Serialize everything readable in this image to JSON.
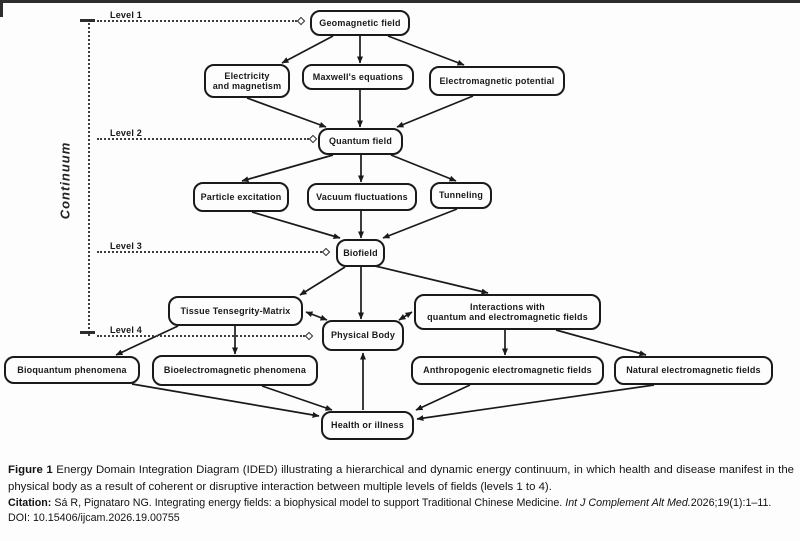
{
  "figure": {
    "caption_label": "Figure 1",
    "caption_text": "Energy Domain Integration Diagram (IDED) illustrating a hierarchical and dynamic energy continuum, in which health and disease manifest in the physical body as a result of coherent or disruptive interaction between multiple levels of fields (levels 1 to 4).",
    "citation_label": "Citation:",
    "citation_text": "Sá R, Pignataro NG. Integrating energy fields: a biophysical model to support Traditional Chinese Medicine.",
    "citation_journal": "Int J Complement Alt Med.",
    "citation_volume": "2026;19(1):1–11.",
    "doi_line": "DOI: 10.15406/ijcam.2026.19.00755"
  },
  "diagram": {
    "continuum_label": "Continuum",
    "ink_color": "#1a1a1a",
    "levels": [
      {
        "label": "Level 1"
      },
      {
        "label": "Level 2"
      },
      {
        "label": "Level 3"
      },
      {
        "label": "Level 4"
      }
    ],
    "nodes": [
      {
        "id": "geomagnetic-field",
        "lines": [
          "Geomagnetic field"
        ]
      },
      {
        "id": "electricity-and-magnetism",
        "lines": [
          "Electricity",
          "and magnetism"
        ]
      },
      {
        "id": "maxwells-equations",
        "lines": [
          "Maxwell's equations"
        ]
      },
      {
        "id": "electromagnetic-potential",
        "lines": [
          "Electromagnetic potential"
        ]
      },
      {
        "id": "quantum-field",
        "lines": [
          "Quantum field"
        ]
      },
      {
        "id": "particle-excitation",
        "lines": [
          "Particle excitation"
        ]
      },
      {
        "id": "vacuum-fluctuations",
        "lines": [
          "Vacuum fluctuations"
        ]
      },
      {
        "id": "tunneling",
        "lines": [
          "Tunneling"
        ]
      },
      {
        "id": "biofield",
        "lines": [
          "Biofield"
        ]
      },
      {
        "id": "tissue-tensegrity-matrix",
        "lines": [
          "Tissue Tensegrity-Matrix"
        ]
      },
      {
        "id": "physical-body",
        "lines": [
          "Physical Body"
        ]
      },
      {
        "id": "interactions-quantum-em",
        "lines": [
          "Interactions with",
          "quantum and electromagnetic fields"
        ]
      },
      {
        "id": "bioquantum-phenomena",
        "lines": [
          "Bioquantum phenomena"
        ]
      },
      {
        "id": "bioelectromagnetic-phenomena",
        "lines": [
          "Bioelectromagnetic phenomena"
        ]
      },
      {
        "id": "anthropogenic-em-fields",
        "lines": [
          "Anthropogenic electromagnetic fields"
        ]
      },
      {
        "id": "natural-em-fields",
        "lines": [
          "Natural electromagnetic fields"
        ]
      },
      {
        "id": "health-or-illness",
        "lines": [
          "Health or illness"
        ]
      }
    ],
    "edges": [
      {
        "from": "geomagnetic-field",
        "to": "electricity-and-magnetism",
        "bidirectional": false
      },
      {
        "from": "geomagnetic-field",
        "to": "maxwells-equations",
        "bidirectional": false
      },
      {
        "from": "geomagnetic-field",
        "to": "electromagnetic-potential",
        "bidirectional": false
      },
      {
        "from": "electricity-and-magnetism",
        "to": "quantum-field",
        "bidirectional": false
      },
      {
        "from": "maxwells-equations",
        "to": "quantum-field",
        "bidirectional": false
      },
      {
        "from": "electromagnetic-potential",
        "to": "quantum-field",
        "bidirectional": false
      },
      {
        "from": "quantum-field",
        "to": "particle-excitation",
        "bidirectional": false
      },
      {
        "from": "quantum-field",
        "to": "vacuum-fluctuations",
        "bidirectional": false
      },
      {
        "from": "quantum-field",
        "to": "tunneling",
        "bidirectional": false
      },
      {
        "from": "particle-excitation",
        "to": "biofield",
        "bidirectional": false
      },
      {
        "from": "vacuum-fluctuations",
        "to": "biofield",
        "bidirectional": false
      },
      {
        "from": "tunneling",
        "to": "biofield",
        "bidirectional": false
      },
      {
        "from": "biofield",
        "to": "tissue-tensegrity-matrix",
        "bidirectional": false
      },
      {
        "from": "biofield",
        "to": "physical-body",
        "bidirectional": false
      },
      {
        "from": "biofield",
        "to": "interactions-quantum-em",
        "bidirectional": false
      },
      {
        "from": "tissue-tensegrity-matrix",
        "to": "physical-body",
        "bidirectional": true
      },
      {
        "from": "physical-body",
        "to": "interactions-quantum-em",
        "bidirectional": true
      },
      {
        "from": "tissue-tensegrity-matrix",
        "to": "bioquantum-phenomena",
        "bidirectional": false
      },
      {
        "from": "tissue-tensegrity-matrix",
        "to": "bioelectromagnetic-phenomena",
        "bidirectional": false
      },
      {
        "from": "interactions-quantum-em",
        "to": "anthropogenic-em-fields",
        "bidirectional": false
      },
      {
        "from": "interactions-quantum-em",
        "to": "natural-em-fields",
        "bidirectional": false
      },
      {
        "from": "bioquantum-phenomena",
        "to": "health-or-illness",
        "bidirectional": false
      },
      {
        "from": "bioelectromagnetic-phenomena",
        "to": "health-or-illness",
        "bidirectional": false
      },
      {
        "from": "anthropogenic-em-fields",
        "to": "health-or-illness",
        "bidirectional": false
      },
      {
        "from": "natural-em-fields",
        "to": "health-or-illness",
        "bidirectional": false
      },
      {
        "from": "health-or-illness",
        "to": "physical-body",
        "bidirectional": false
      }
    ]
  }
}
